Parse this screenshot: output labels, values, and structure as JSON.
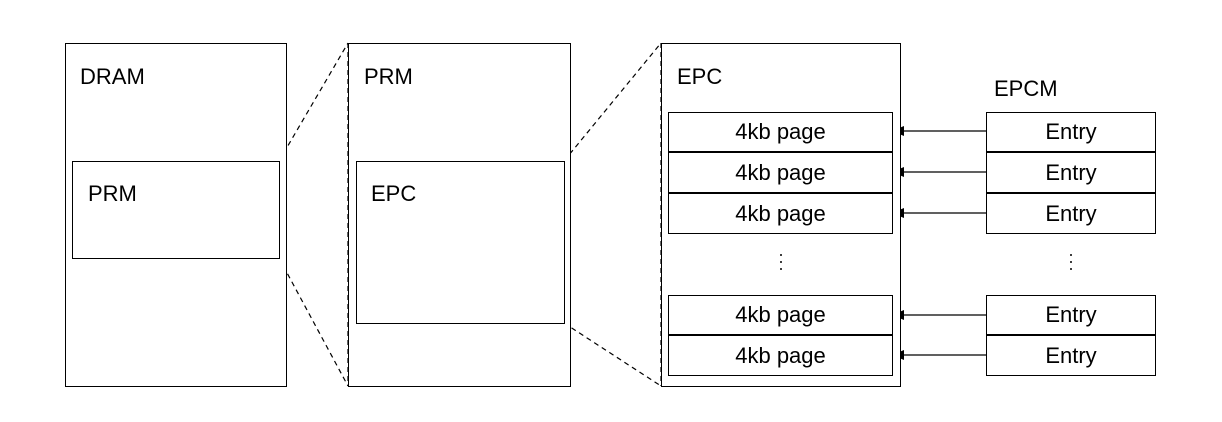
{
  "dram": {
    "title": "DRAM",
    "inner_label": "PRM"
  },
  "prm": {
    "title": "PRM",
    "inner_label": "EPC"
  },
  "epc": {
    "title": "EPC",
    "pages": [
      "4kb page",
      "4kb page",
      "4kb page",
      "4kb page",
      "4kb page"
    ]
  },
  "epcm": {
    "title": "EPCM",
    "entries": [
      "Entry",
      "Entry",
      "Entry",
      "Entry",
      "Entry"
    ]
  }
}
